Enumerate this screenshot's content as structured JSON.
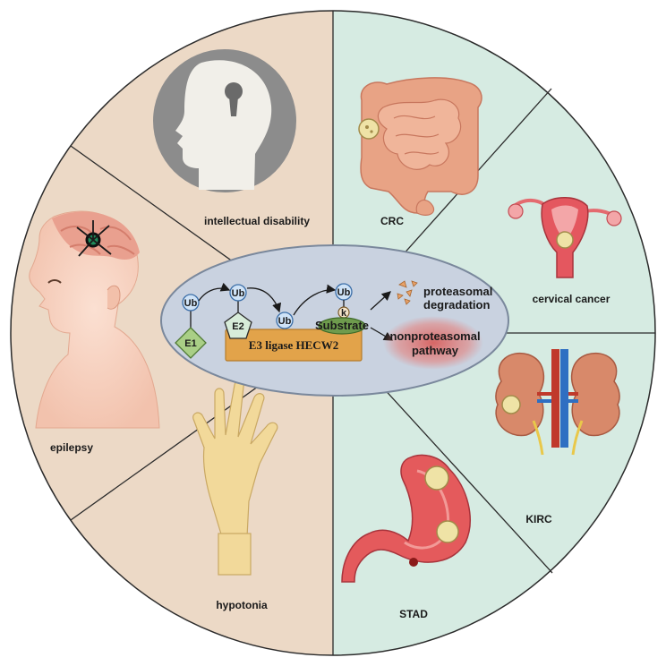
{
  "sectors": {
    "intellectual_disability": "intellectual disability",
    "epilepsy": "epilepsy",
    "hypotonia": "hypotonia",
    "crc": "CRC",
    "cervical_cancer": "cervical cancer",
    "kirc": "KIRC",
    "stad": "STAD"
  },
  "center": {
    "ub": "Ub",
    "e1": "E1",
    "e2": "E2",
    "k": "k",
    "substrate": "Substrate",
    "ligase": "E3 ligase HECW2",
    "proteasomal_line1": "proteasomal",
    "proteasomal_line2": "degradation",
    "nonproteasomal_line1": "nonproteasomal",
    "nonproteasomal_line2": "pathway"
  },
  "colors": {
    "neuro_bg": "#ecd9c6",
    "cancer_bg": "#d6ebe2",
    "center_bg": "#c9d2e0",
    "ligase": "#e2a34a",
    "e1": "#a9cf86",
    "e2": "#d7ecd9",
    "substrate": "#6e9b4d",
    "ub": "#cfe3f7"
  }
}
